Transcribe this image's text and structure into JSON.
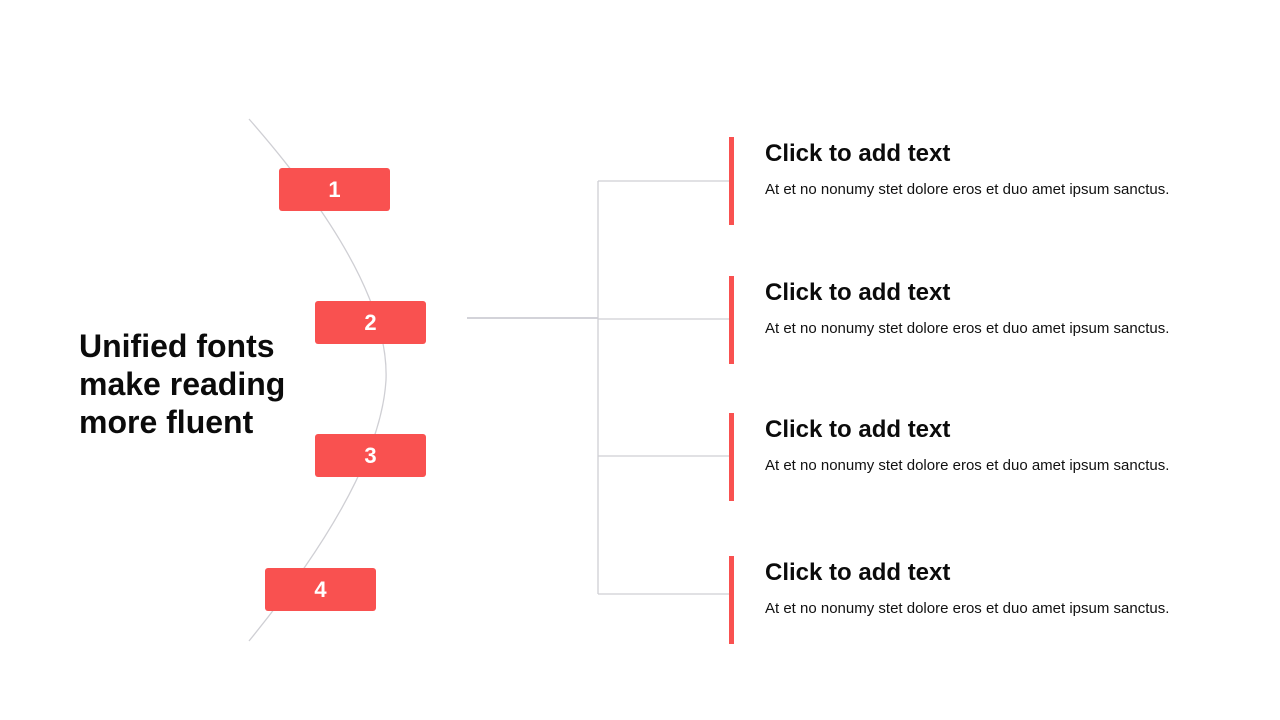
{
  "slide": {
    "title": "Unified fonts make reading more fluent",
    "accent_color": "#f95150",
    "line_color": "#cfcfd4"
  },
  "steps": [
    {
      "number": "1"
    },
    {
      "number": "2"
    },
    {
      "number": "3"
    },
    {
      "number": "4"
    }
  ],
  "items": [
    {
      "heading": "Click to add text",
      "description": "At et no nonumy stet dolore eros et duo amet ipsum sanctus."
    },
    {
      "heading": "Click to add text",
      "description": "At et no nonumy stet dolore eros et duo amet ipsum sanctus."
    },
    {
      "heading": "Click to add text",
      "description": "At et no nonumy stet dolore eros et duo amet ipsum sanctus."
    },
    {
      "heading": "Click to add text",
      "description": "At et no nonumy stet dolore eros et duo amet ipsum sanctus."
    }
  ]
}
